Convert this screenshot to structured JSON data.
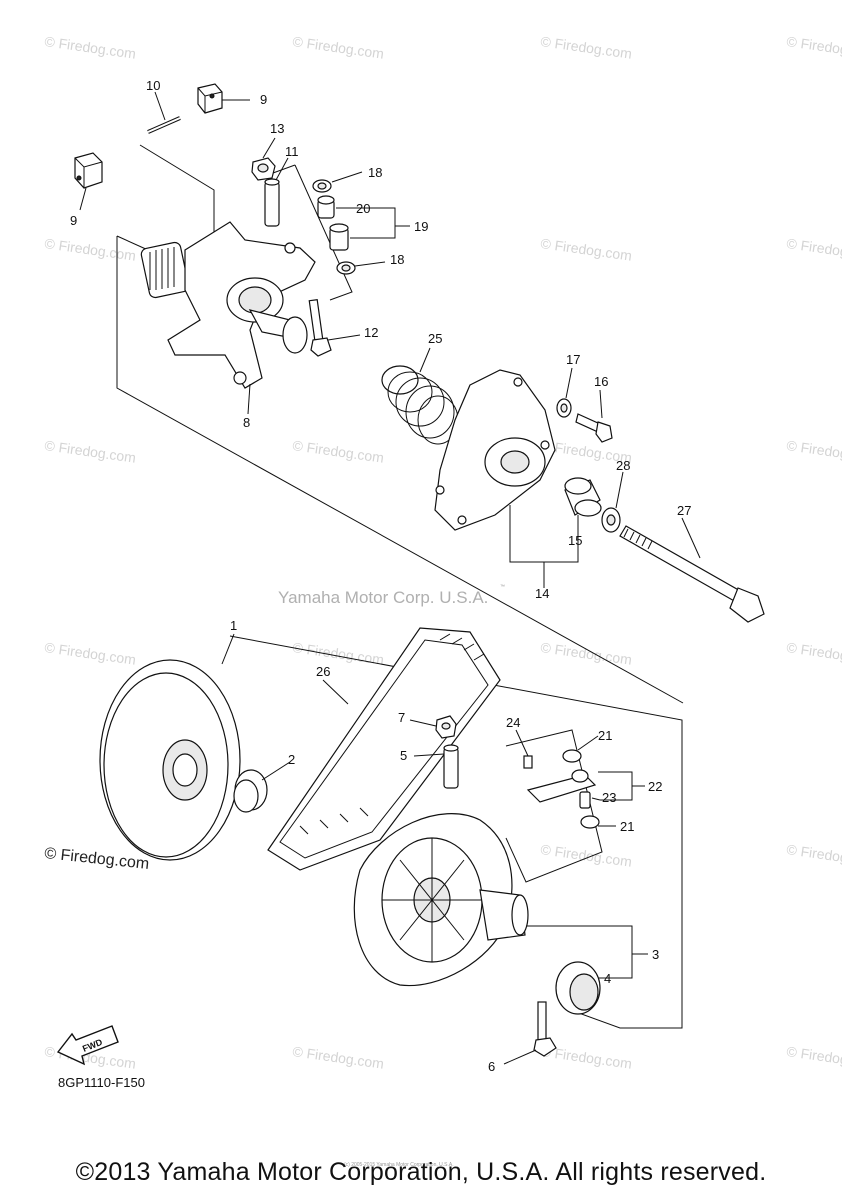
{
  "watermark_text": "© Firedog.com",
  "center_watermark": "Yamaha Motor Corp. U.S.A.",
  "center_watermark_mark": "™",
  "firedog_label": "© Firedog.com",
  "diagram_code": "8GP1110-F150",
  "fwd_label": "FWD",
  "fine_print": "(c) 2005-2015 Yamaha Motor Corporation, U.S.A.",
  "copyright": "©2013 Yamaha Motor Corporation, U.S.A. All rights reserved.",
  "callouts": {
    "c1": "1",
    "c2": "2",
    "c3": "3",
    "c4": "4",
    "c5": "5",
    "c6": "6",
    "c7": "7",
    "c8": "8",
    "c9a": "9",
    "c9b": "9",
    "c10": "10",
    "c11": "11",
    "c12": "12",
    "c13": "13",
    "c14": "14",
    "c15": "15",
    "c16": "16",
    "c17": "17",
    "c18a": "18",
    "c18b": "18",
    "c19": "19",
    "c20": "20",
    "c21a": "21",
    "c21b": "21",
    "c22": "22",
    "c23": "23",
    "c24": "24",
    "c25": "25",
    "c26": "26",
    "c27": "27",
    "c28": "28"
  },
  "icons": [
    "fwd-arrow-icon"
  ]
}
